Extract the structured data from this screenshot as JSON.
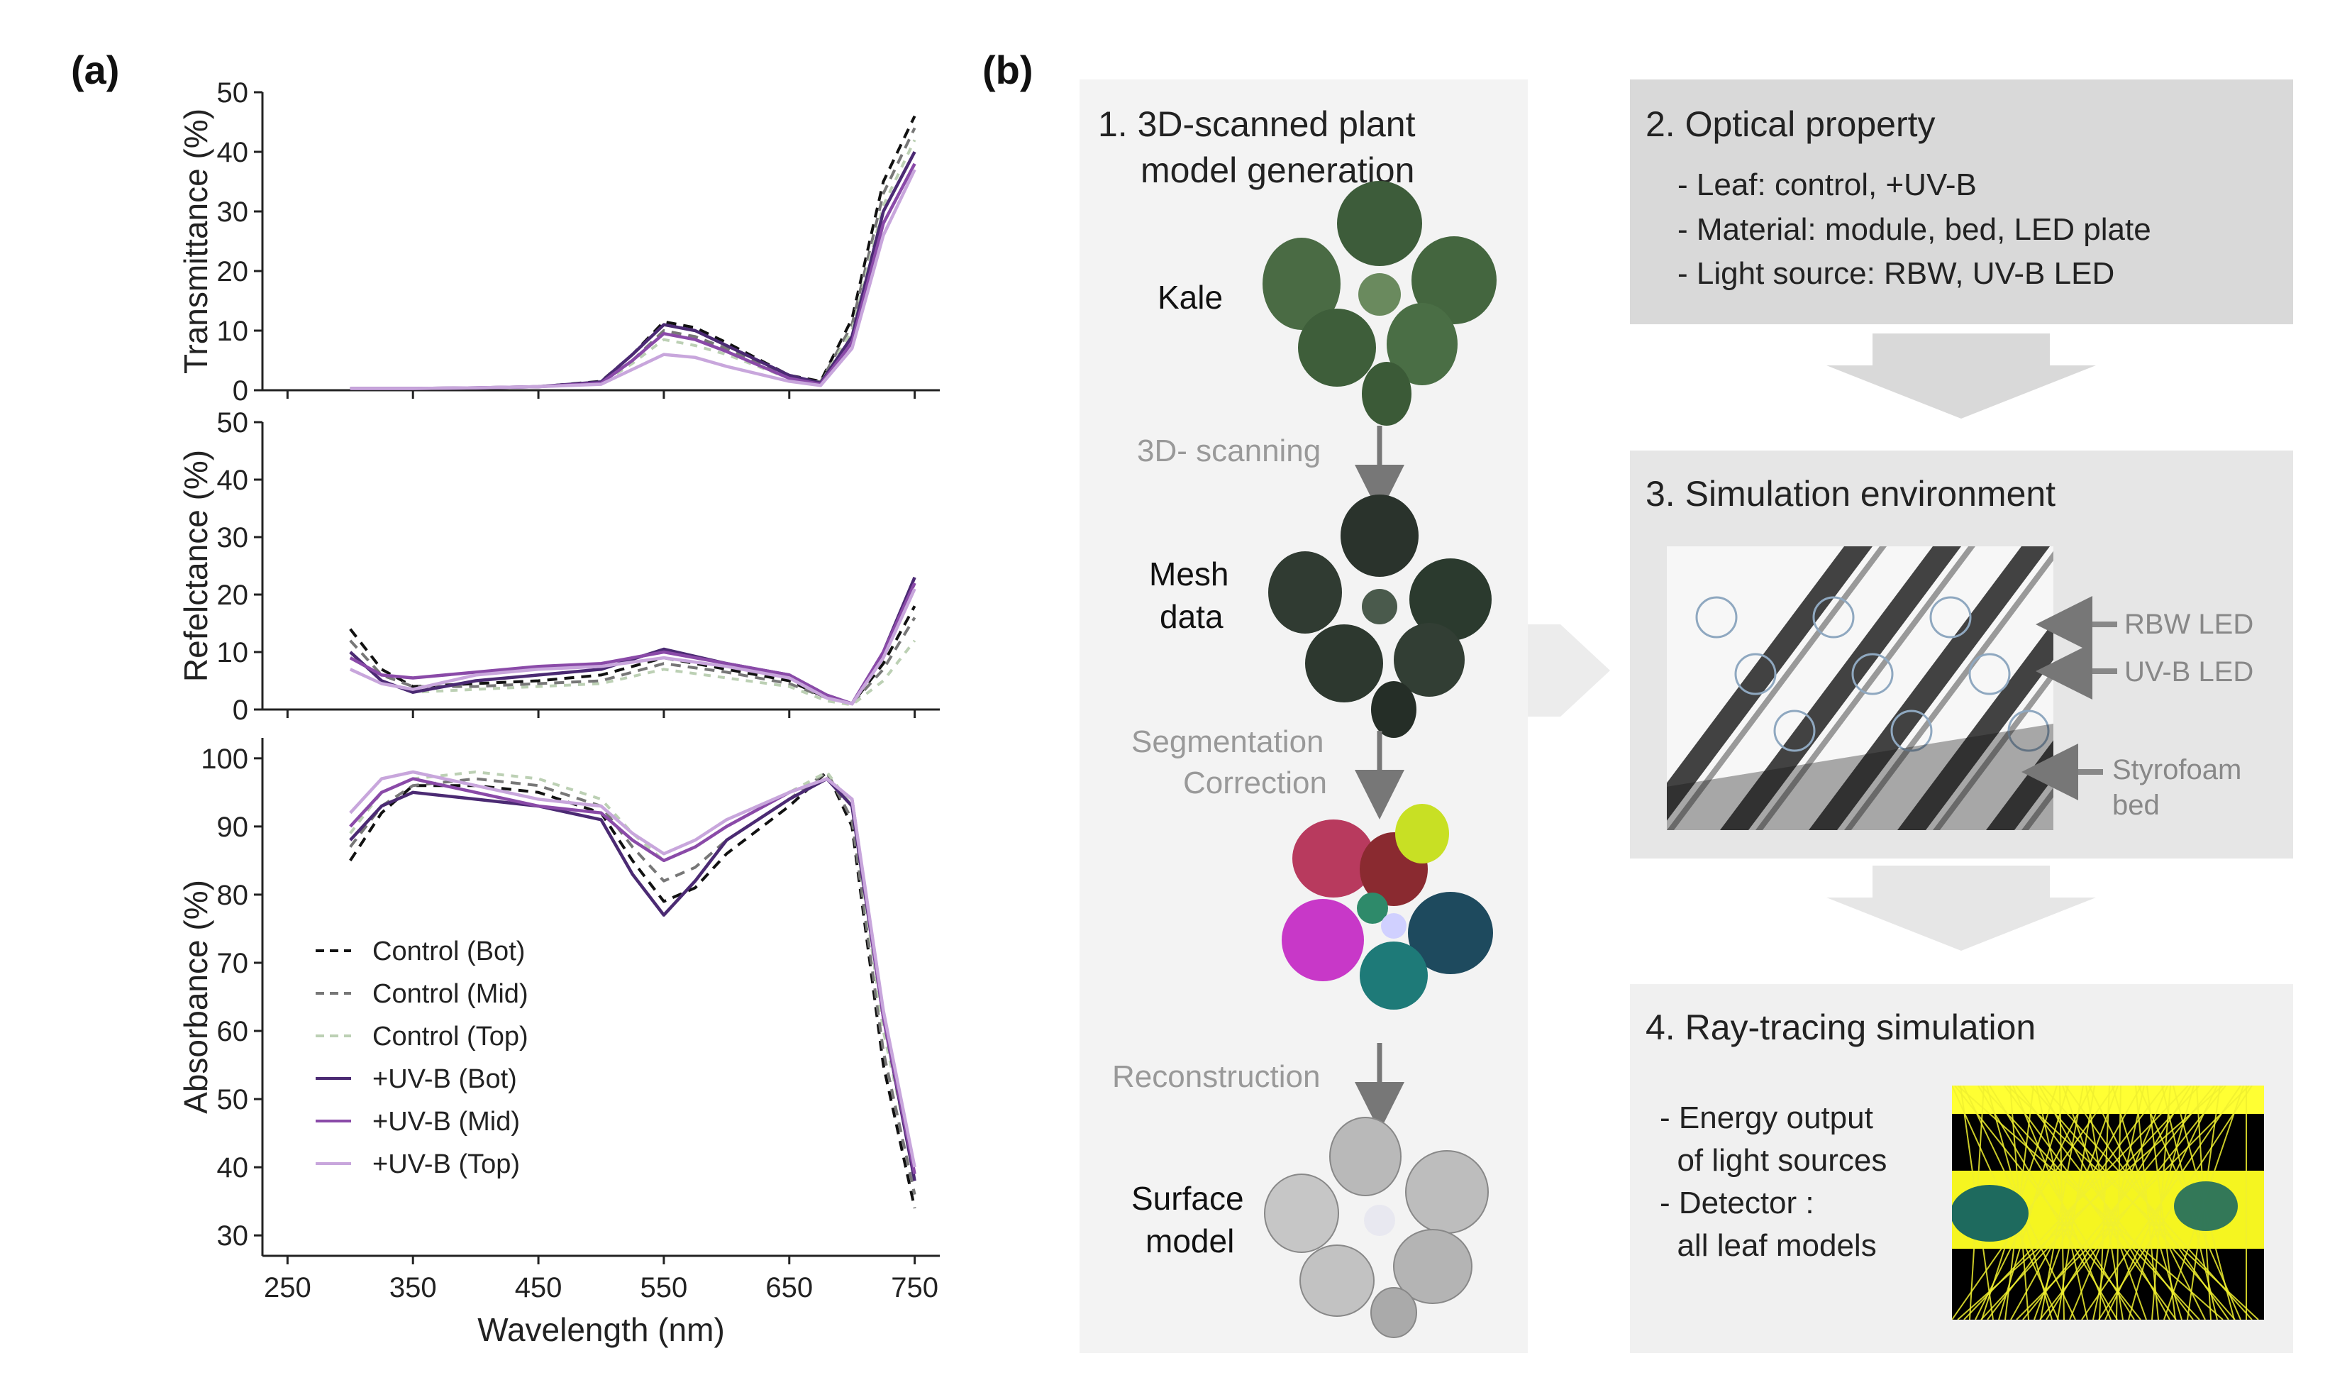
{
  "panel_a_label": "(a)",
  "panel_b_label": "(b)",
  "chart_data": [
    {
      "type": "line",
      "ylabel": "Transmittance (%)",
      "xlim": [
        230,
        770
      ],
      "ylim": [
        0,
        50
      ],
      "yticks": [
        0,
        10,
        20,
        30,
        40,
        50
      ],
      "x": [
        300,
        350,
        400,
        450,
        500,
        525,
        550,
        575,
        600,
        650,
        675,
        700,
        725,
        750
      ],
      "series": [
        {
          "name": "Control (Bot)",
          "values": [
            0.3,
            0.3,
            0.4,
            0.6,
            1.5,
            6,
            11.5,
            10.5,
            8,
            2.5,
            1.5,
            12,
            35,
            46
          ]
        },
        {
          "name": "Control (Mid)",
          "values": [
            0.3,
            0.3,
            0.4,
            0.6,
            1.3,
            5,
            10,
            9,
            7,
            2.2,
            1.4,
            11,
            33,
            44
          ]
        },
        {
          "name": "Control (Top)",
          "values": [
            0.3,
            0.3,
            0.4,
            0.6,
            1.1,
            4.5,
            8.5,
            7.5,
            6,
            2,
            1.2,
            10,
            31,
            42
          ]
        },
        {
          "name": "+UV-B (Bot)",
          "values": [
            0.3,
            0.3,
            0.4,
            0.6,
            1.4,
            6,
            11,
            10,
            7.5,
            2.5,
            1.2,
            9,
            30,
            40
          ]
        },
        {
          "name": "+UV-B (Mid)",
          "values": [
            0.3,
            0.3,
            0.4,
            0.6,
            1.2,
            5,
            9.5,
            8.5,
            6.5,
            2,
            1,
            8,
            28,
            38
          ]
        },
        {
          "name": "+UV-B (Top)",
          "values": [
            0.3,
            0.3,
            0.4,
            0.6,
            1,
            3.5,
            6,
            5.5,
            4,
            1.5,
            0.8,
            7,
            26,
            37
          ]
        }
      ]
    },
    {
      "type": "line",
      "ylabel": "Refelctance (%)",
      "xlim": [
        230,
        770
      ],
      "ylim": [
        0,
        50
      ],
      "yticks": [
        0,
        10,
        20,
        30,
        40,
        50
      ],
      "x": [
        300,
        325,
        350,
        400,
        450,
        500,
        550,
        600,
        650,
        680,
        700,
        725,
        750
      ],
      "series": [
        {
          "name": "Control (Bot)",
          "values": [
            14,
            7,
            4,
            4.5,
            5,
            6,
            9,
            7,
            5,
            2,
            1,
            8,
            18
          ]
        },
        {
          "name": "Control (Mid)",
          "values": [
            12,
            6,
            4,
            4,
            4.5,
            5,
            8,
            6.5,
            4.5,
            2,
            1,
            7,
            16
          ]
        },
        {
          "name": "Control (Top)",
          "values": [
            10,
            5,
            3,
            3.5,
            4,
            4.5,
            7,
            5.5,
            4,
            1.5,
            0.8,
            5,
            12
          ]
        },
        {
          "name": "+UV-B (Bot)",
          "values": [
            10,
            5,
            3,
            5,
            6,
            7,
            10.5,
            8,
            6,
            2.5,
            1,
            10,
            23
          ]
        },
        {
          "name": "+UV-B (Mid)",
          "values": [
            9,
            6,
            5.5,
            6.5,
            7.5,
            8,
            10,
            8,
            6,
            2.5,
            1,
            10,
            22
          ]
        },
        {
          "name": "+UV-B (Top)",
          "values": [
            7,
            4.5,
            3.5,
            6,
            7,
            7.5,
            9,
            7.5,
            5.5,
            2,
            1,
            9,
            21
          ]
        }
      ]
    },
    {
      "type": "line",
      "ylabel": "Absorbance (%)",
      "xlabel": "Wavelength (nm)",
      "xlim": [
        230,
        770
      ],
      "ylim": [
        27,
        103
      ],
      "yticks": [
        30,
        40,
        50,
        60,
        70,
        80,
        90,
        100
      ],
      "xticks": [
        250,
        350,
        450,
        550,
        650,
        750
      ],
      "x": [
        300,
        325,
        350,
        400,
        450,
        500,
        525,
        550,
        575,
        600,
        650,
        680,
        700,
        725,
        750
      ],
      "series": [
        {
          "name": "Control (Bot)",
          "values": [
            85,
            92,
            96,
            96,
            95,
            92,
            85,
            79,
            81,
            86,
            93,
            98,
            90,
            55,
            34
          ]
        },
        {
          "name": "Control (Mid)",
          "values": [
            87,
            93,
            96,
            97,
            96,
            93,
            87,
            82,
            84,
            88,
            94,
            98,
            91,
            57,
            36
          ]
        },
        {
          "name": "Control (Top)",
          "values": [
            89,
            95,
            97,
            98,
            97,
            94,
            89,
            85,
            87,
            90,
            95,
            98,
            93,
            60,
            39
          ]
        },
        {
          "name": "+UV-B (Bot)",
          "values": [
            88,
            93,
            95,
            94,
            93,
            91,
            83,
            77,
            82,
            88,
            94,
            97,
            93,
            62,
            38
          ]
        },
        {
          "name": "+UV-B (Mid)",
          "values": [
            90,
            95,
            97,
            95,
            93,
            92,
            88,
            85,
            87,
            90,
            95,
            97,
            94,
            62,
            39
          ]
        },
        {
          "name": "+UV-B (Top)",
          "values": [
            92,
            97,
            98,
            96,
            94,
            93,
            89,
            86,
            88,
            91,
            95,
            97,
            94,
            63,
            40
          ]
        }
      ]
    }
  ],
  "legend": [
    {
      "label": "Control (Bot)",
      "color": "#111111",
      "dash": true
    },
    {
      "label": "Control (Mid)",
      "color": "#777777",
      "dash": true
    },
    {
      "label": "Control (Top)",
      "color": "#bcd0b4",
      "dash": true
    },
    {
      "label": "+UV-B (Bot)",
      "color": "#4b2a73",
      "dash": false
    },
    {
      "label": "+UV-B (Mid)",
      "color": "#8a4aa8",
      "dash": false
    },
    {
      "label": "+UV-B (Top)",
      "color": "#c8a6dc",
      "dash": false
    }
  ],
  "series_colors": [
    "#111111",
    "#777777",
    "#bcd0b4",
    "#4b2a73",
    "#8a4aa8",
    "#c8a6dc"
  ],
  "workflow": {
    "step1_title_line1": "1. 3D-scanned plant",
    "step1_title_line2": "model generation",
    "kale_label": "Kale",
    "arrow1_label": "3D- scanning",
    "mesh_label_line1": "Mesh",
    "mesh_label_line2": "data",
    "arrow2_label_line1": "Segmentation",
    "arrow2_label_line2": "Correction",
    "arrow3_label": "Reconstruction",
    "surface_label_line1": "Surface",
    "surface_label_line2": "model",
    "step2_title": "2. Optical property",
    "step2_items": [
      "- Leaf: control, +UV-B",
      "- Material: module, bed, LED plate",
      "- Light source: RBW, UV-B LED"
    ],
    "step3_title": "3. Simulation environment",
    "led_rbw": "RBW LED",
    "led_uvb": "UV-B LED",
    "bed_line1": "Styrofoam",
    "bed_line2": "bed",
    "step4_title": "4. Ray-tracing simulation",
    "step4_items": [
      "- Energy output",
      "  of light sources",
      "- Detector :",
      "  all leaf models"
    ]
  }
}
